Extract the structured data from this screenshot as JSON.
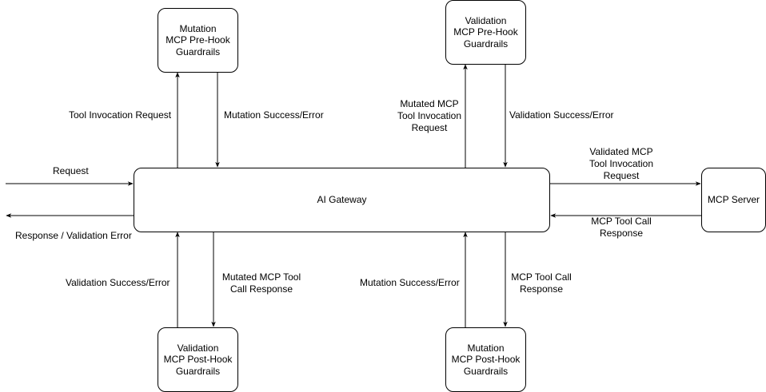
{
  "nodes": {
    "gateway": "AI Gateway",
    "mcp_server": "MCP Server",
    "mutation_pre": "Mutation\nMCP Pre-Hook\nGuardrails",
    "validation_pre": "Validation\nMCP Pre-Hook\nGuardrails",
    "validation_post": "Validation\nMCP Post-Hook\nGuardrails",
    "mutation_post": "Mutation\nMCP Post-Hook\nGuardrails"
  },
  "edge_labels": {
    "request": "Request",
    "response": "Response / Validation Error",
    "tool_invocation_request": "Tool Invocation Request",
    "mutation_success_error_top": "Mutation Success/Error",
    "mutated_tool_invocation_request": "Mutated MCP\nTool Invocation\nRequest",
    "validation_success_error_top": "Validation Success/Error",
    "validated_tool_invocation_request": "Validated MCP\nTool Invocation\nRequest",
    "mcp_tool_call_response_right": "MCP Tool Call\nResponse",
    "validation_success_error_bottom": "Validation Success/Error",
    "mutated_tool_call_response": "Mutated MCP Tool\nCall Response",
    "mutation_success_error_bottom": "Mutation Success/Error",
    "mcp_tool_call_response_bottom": "MCP Tool Call\nResponse"
  }
}
